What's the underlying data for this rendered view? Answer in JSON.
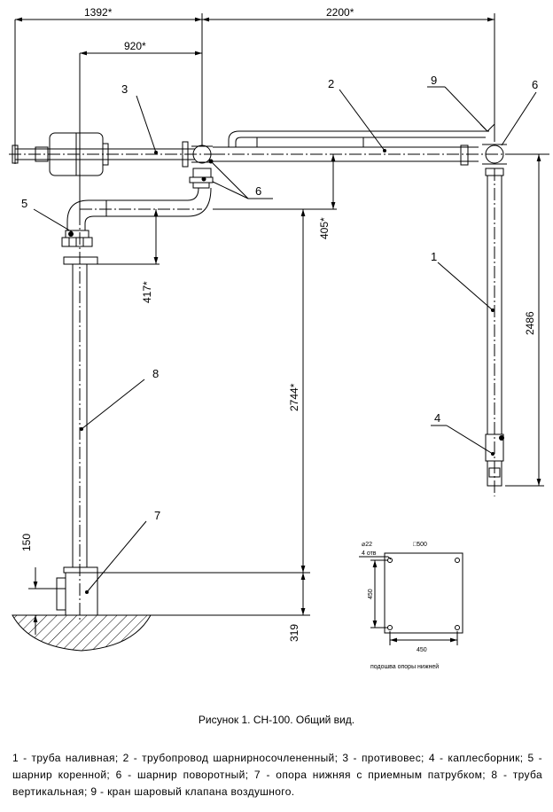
{
  "dimensions": {
    "d1392": "1392*",
    "d2200": "2200*",
    "d920": "920*",
    "d405": "405*",
    "d417": "417*",
    "d2744": "2744*",
    "d2486": "2486",
    "d150": "150",
    "d319": "319"
  },
  "callouts": {
    "c1": "1",
    "c2": "2",
    "c3": "3",
    "c4": "4",
    "c5": "5",
    "c6a": "6",
    "c6b": "6",
    "c7": "7",
    "c8": "8",
    "c9": "9"
  },
  "base_plate": {
    "hole_dia": "⌀22",
    "hole_count": "4 отв",
    "square_size": "□500",
    "side_dim": "450",
    "bottom_dim": "450",
    "label": "подошва опоры нижней"
  },
  "caption": "Рисунок 1. СН-100. Общий вид.",
  "legend": "1 - труба наливная; 2 - трубопровод шарнирносочлененный; 3 - противовес; 4 - каплесборник; 5 - шарнир коренной; 6 - шарнир поворотный; 7 - опора нижняя с приемным патрубком; 8 - труба вертикальная; 9 - кран шаровый клапана воздушного."
}
